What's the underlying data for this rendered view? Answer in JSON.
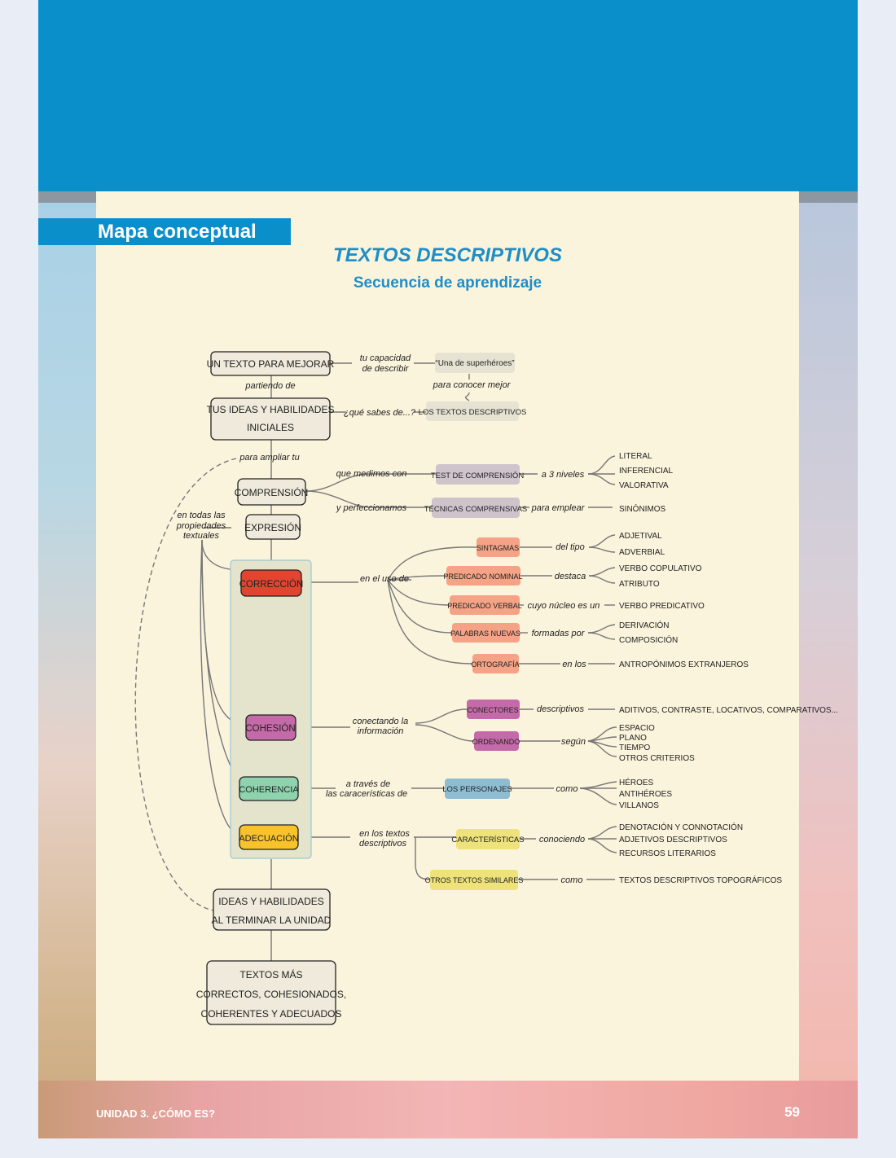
{
  "section_tab": "Mapa conceptual",
  "title": "TEXTOS DESCRIPTIVOS",
  "subtitle": "Secuencia de aprendizaje",
  "footer": {
    "unit": "UNIDAD 3. ¿CÓMO ES?",
    "page": "59"
  },
  "colors": {
    "blue": "#0b8fcb",
    "card": "#fbf4dc",
    "correccion": "#e2452f",
    "sintagmas": "#f4a386",
    "cohesion": "#c56aa8",
    "coherencia": "#8fd3ae",
    "adecuacion": "#f7c22a",
    "caracteristicas": "#eee27a",
    "tecnicas": "#cfc4cc",
    "personajes": "#8ebdd2"
  },
  "nodes": {
    "texto_mejorar": "UN TEXTO PARA MEJORAR",
    "superheroes": "“Una de superhéroes”",
    "tus_ideas": [
      "TUS IDEAS Y HABILIDADES",
      "INICIALES"
    ],
    "los_textos": "LOS TEXTOS DESCRIPTIVOS",
    "comprension": "COMPRENSIÓN",
    "expresion": "EXPRESIÓN",
    "test": "TEST DE COMPRENSIÓN",
    "tecnicas": "TÉCNICAS COMPRENSIVAS",
    "correccion": "CORRECCIÓN",
    "sintagmas": "SINTAGMAS",
    "predicado_nominal": "PREDICADO NOMINAL",
    "predicado_verbal": "PREDICADO VERBAL",
    "palabras_nuevas": "PALABRAS NUEVAS",
    "ortografia": "ORTOGRAFÍA",
    "cohesion": "COHESIÓN",
    "conectores": "CONECTORES",
    "ordenando": "ORDENANDO",
    "coherencia": "COHERENCIA",
    "personajes": "LOS PERSONAJES",
    "adecuacion": "ADECUACIÓN",
    "caracteristicas": "CARACTERÍSTICAS",
    "otros_textos": "OTROS TEXTOS SIMILARES",
    "ideas_final": [
      "IDEAS Y HABILIDADES",
      "AL TERMINAR LA UNIDAD"
    ],
    "textos_mas": [
      "TEXTOS MÁS",
      "CORRECTOS, COHESIONADOS,",
      "COHERENTES Y ADECUADOS"
    ]
  },
  "links": {
    "tu_capacidad": [
      "tu capacidad",
      "de describir"
    ],
    "partiendo": "partiendo de",
    "para_conocer": "para conocer mejor",
    "que_sabes": "¿qué sabes de...?",
    "para_ampliar": "para ampliar tu",
    "que_medimos": "que medimos con",
    "y_perfeccionamos": "y perfeccionamos",
    "a3niveles": "a 3 niveles",
    "para_emplear": "para emplear",
    "en_todas": [
      "en todas las",
      "propiedades",
      "textuales"
    ],
    "en_el_uso": "en el uso  de",
    "del_tipo": "del tipo",
    "destaca": "destaca",
    "cuyo_nucleo": "cuyo núcleo es un",
    "formadas_por": "formadas por",
    "en_los": "en los",
    "conectando": [
      "conectando la",
      "información"
    ],
    "descriptivos": "descriptivos",
    "segun": "según",
    "a_traves": [
      "a través de",
      "las caracerísticas de"
    ],
    "como1": "como",
    "en_los_textos": [
      "en los textos",
      "descriptivos"
    ],
    "conociendo": "conociendo",
    "como2": "como"
  },
  "leaves": {
    "niveles": [
      "LITERAL",
      "INFERENCIAL",
      "VALORATIVA"
    ],
    "sinonimos": "SINÓNIMOS",
    "tipos_sintagma": [
      "ADJETIVAL",
      "ADVERBIAL"
    ],
    "pred_nominal": [
      "VERBO COPULATIVO",
      "ATRIBUTO"
    ],
    "pred_verbal": "VERBO PREDICATIVO",
    "formacion": [
      "DERIVACIÓN",
      "COMPOSICIÓN"
    ],
    "ortografia": "ANTROPÓNIMOS EXTRANJEROS",
    "conectores": "ADITIVOS, CONTRASTE, LOCATIVOS, COMPARATIVOS...",
    "ordenando": [
      "ESPACIO",
      "PLANO",
      "TIEMPO",
      "OTROS CRITERIOS"
    ],
    "personajes": [
      "HÉROES",
      "ANTIHÉROES",
      "VILLANOS"
    ],
    "caracteristicas": [
      "DENOTACIÓN Y CONNOTACIÓN",
      "ADJETIVOS DESCRIPTIVOS",
      "RECURSOS LITERARIOS"
    ],
    "otros": "TEXTOS DESCRIPTIVOS TOPOGRÁFICOS"
  }
}
